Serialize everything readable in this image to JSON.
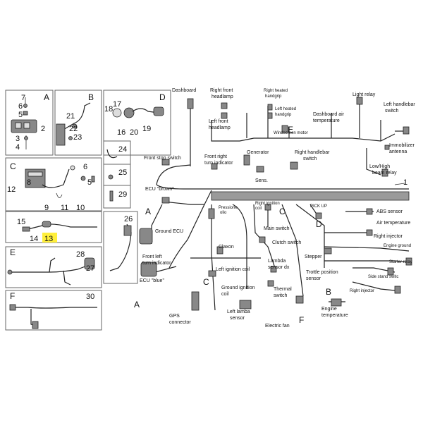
{
  "sections": {
    "A": "A",
    "B": "B",
    "C": "C",
    "D": "D",
    "E": "E",
    "F": "F"
  },
  "numbers": {
    "n7": "7",
    "n6": "6",
    "n5": "5",
    "n2": "2",
    "n3": "3",
    "n4": "4",
    "n21": "21",
    "n22": "22",
    "n23": "23",
    "n18": "18",
    "n17": "17",
    "n16": "16",
    "n20": "20",
    "n19": "19",
    "n24": "24",
    "n25": "25",
    "n29": "29",
    "n12": "12",
    "n8": "8",
    "n9": "9",
    "n10": "10",
    "n11": "11",
    "n6c": "6",
    "n5c": "5",
    "n15": "15",
    "n14": "14",
    "n13": "13",
    "n26": "26",
    "n28": "28",
    "n27": "27",
    "n30": "30",
    "n1": "1"
  },
  "labels": {
    "dashboard": "Dashboard",
    "right_front_headlamp": "Right front\nheadlamp",
    "right_heated_handgrip": "Right heated\nhandgrip",
    "left_heated_handgrip": "Left heated\nhandgrip",
    "left_front_headlamp": "Left front\nheadlamp",
    "windscreen_motor": "Windscreen motor",
    "dashboard_air_temp": "Dashboard air\ntemperature",
    "light_relay": "Light relay",
    "left_handlebar_switch": "Left handlebar\nswitch",
    "immobilizer_antenna": "Immobilizer\nantenna",
    "low_high_beam_relay": "Low/High\nbeam relay",
    "front_stop_switch": "Front stop switch",
    "front_right_turn": "Front right\nturn indicator",
    "generator": "Generator",
    "right_handlebar_switch": "Right handlebar\nswitch",
    "sens": "Sens.",
    "ecu_brown": "ECU \"brown\"",
    "pressione_olio": "Pressione\nolio",
    "right_ignition_coil": "Right ignition\ncoil",
    "pick_up": "PICK UP",
    "abs_sensor": "ABS sensor",
    "air_temperature": "Air temperature",
    "main_switch": "Main switch",
    "right_injector_top": "Right injector",
    "ground_ecu": "Ground ECU",
    "clutch_switch": "Clutch switch",
    "engine_ground": "Engine ground",
    "claxon": "Claxon",
    "front_left_turn": "Front left\nturn indicator",
    "left_ignition_coil": "Left ignition coil",
    "lambda_sensor_dx": "Lambda\nsensor dx",
    "stepper": "Stepper",
    "trottle_position_sensor": "Trottle position\nsensor",
    "starter_relay": "Starter relay",
    "side_stand_switch": "Side stand switc",
    "ecu_blue": "ECU \"blue\"",
    "ground_ignition_coil": "Ground ignition\ncoil",
    "thermal_switch": "Thermal\nswitch",
    "right_injector_bottom": "Right injector",
    "engine_temperature": "Engine\ntemperature",
    "left_lamba_sensor": "Left lamba\nsensor",
    "gps_connector": "GPS\nconnector",
    "electric_fan": "Electric fan"
  },
  "letters": {
    "A_left1": "A",
    "A_left2": "A",
    "C_mid1": "C",
    "C_mid2": "C",
    "D_mid": "D",
    "E_top": "E",
    "F_mid": "F",
    "B_right": "B"
  },
  "colors": {
    "highlight": "#ffef3a",
    "line": "#222222",
    "box": "#666666"
  }
}
